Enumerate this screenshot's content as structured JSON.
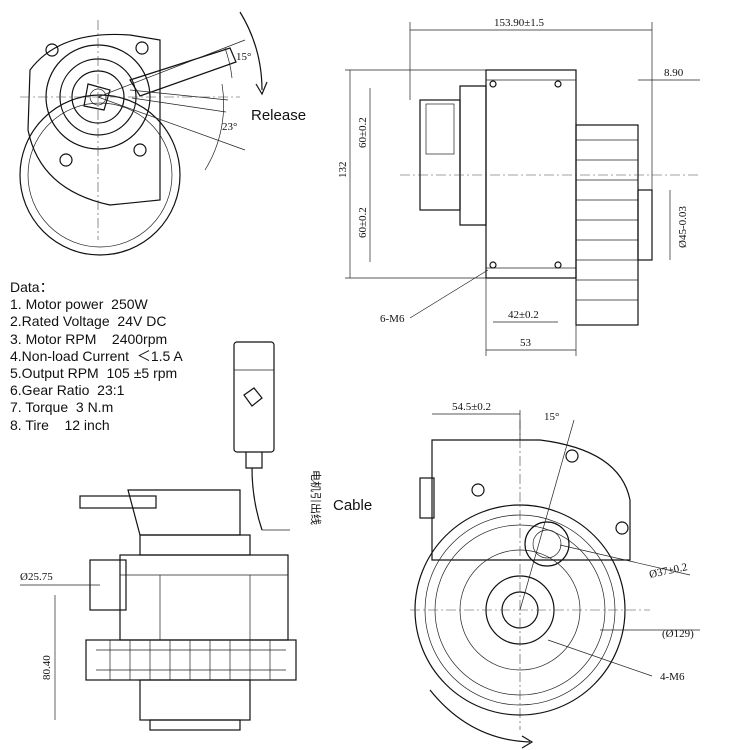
{
  "specs": {
    "header": "Data：",
    "items": [
      "1. Motor power  250W",
      "2.Rated Voltage  24V DC",
      "3. Motor RPM    2400rpm",
      "4.Non-load Current  ＜1.5 A",
      "5.Output RPM  105 ±5 rpm",
      "6.Gear Ratio  23:1",
      "7. Torque  3 N.m",
      "8. Tire    12 inch"
    ]
  },
  "callouts": {
    "release": "Release",
    "cable": "Cable",
    "cable_chinese": "电机引出线"
  },
  "dimensions": {
    "overall_length": "153.90±1.5",
    "shaft_offset": "8.90",
    "height_total": "132",
    "upper_half": "60±0.2",
    "lower_half": "60±0.2",
    "shaft_diameter": "Ø45-0.03",
    "mount_holes_side": "6-M6",
    "hole_spacing": "42±0.2",
    "flange_width": "53",
    "lever_angle_small": "15°",
    "lever_angle_large": "23°",
    "lever_offset": "54.5±0.2",
    "lever_angle_front": "15°",
    "boss_diameter": "Ø37±0.2",
    "pcd": "(Ø129)",
    "mount_holes_front": "4-M6",
    "side_diameter": "Ø25.75",
    "side_height": "80.40"
  }
}
